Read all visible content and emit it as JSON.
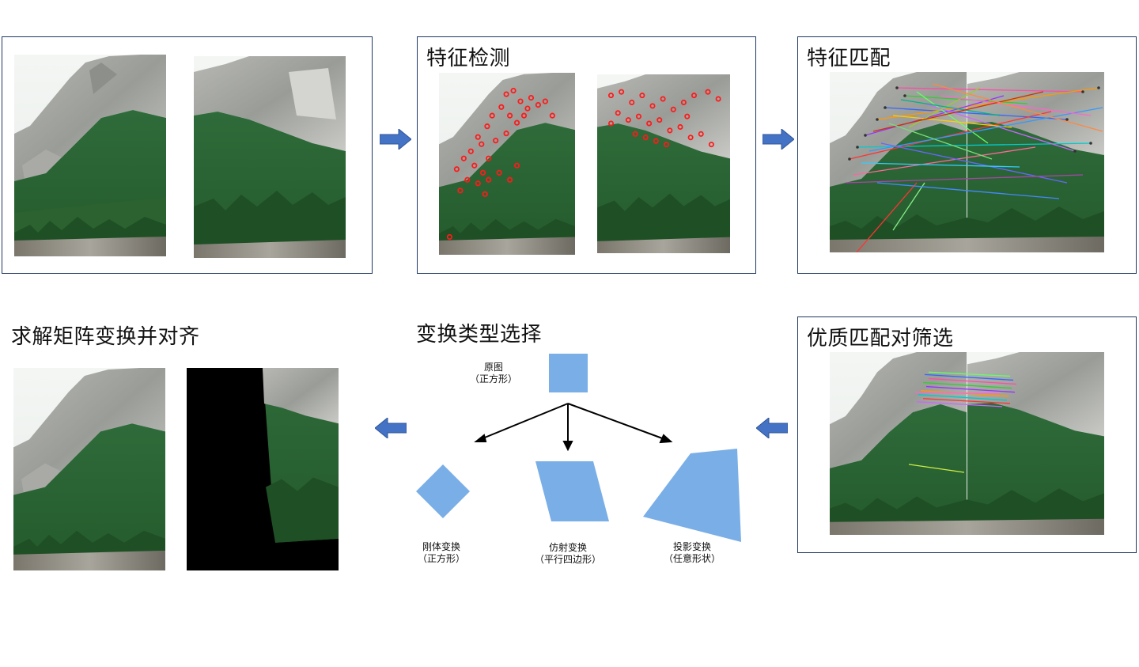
{
  "titles": {
    "feature_detection": "特征检测",
    "feature_matching": "特征匹配",
    "good_match_filter": "优质匹配对筛选",
    "transform_type": "变换类型选择",
    "solve_align": "求解矩阵变换并对齐"
  },
  "transforms": {
    "original": {
      "line1": "原图",
      "line2": "（正方形）"
    },
    "rigid": {
      "line1": "刚体变换",
      "line2": "（正方形）"
    },
    "affine": {
      "line1": "仿射变换",
      "line2": "（平行四边形）"
    },
    "projective": {
      "line1": "投影变换",
      "line2": "（任意形状）"
    }
  },
  "colors": {
    "panel_border": "#1f3864",
    "arrow_fill": "#4472c4",
    "shape_fill": "#7aaee6",
    "keypoint": "#ff1a1a"
  }
}
